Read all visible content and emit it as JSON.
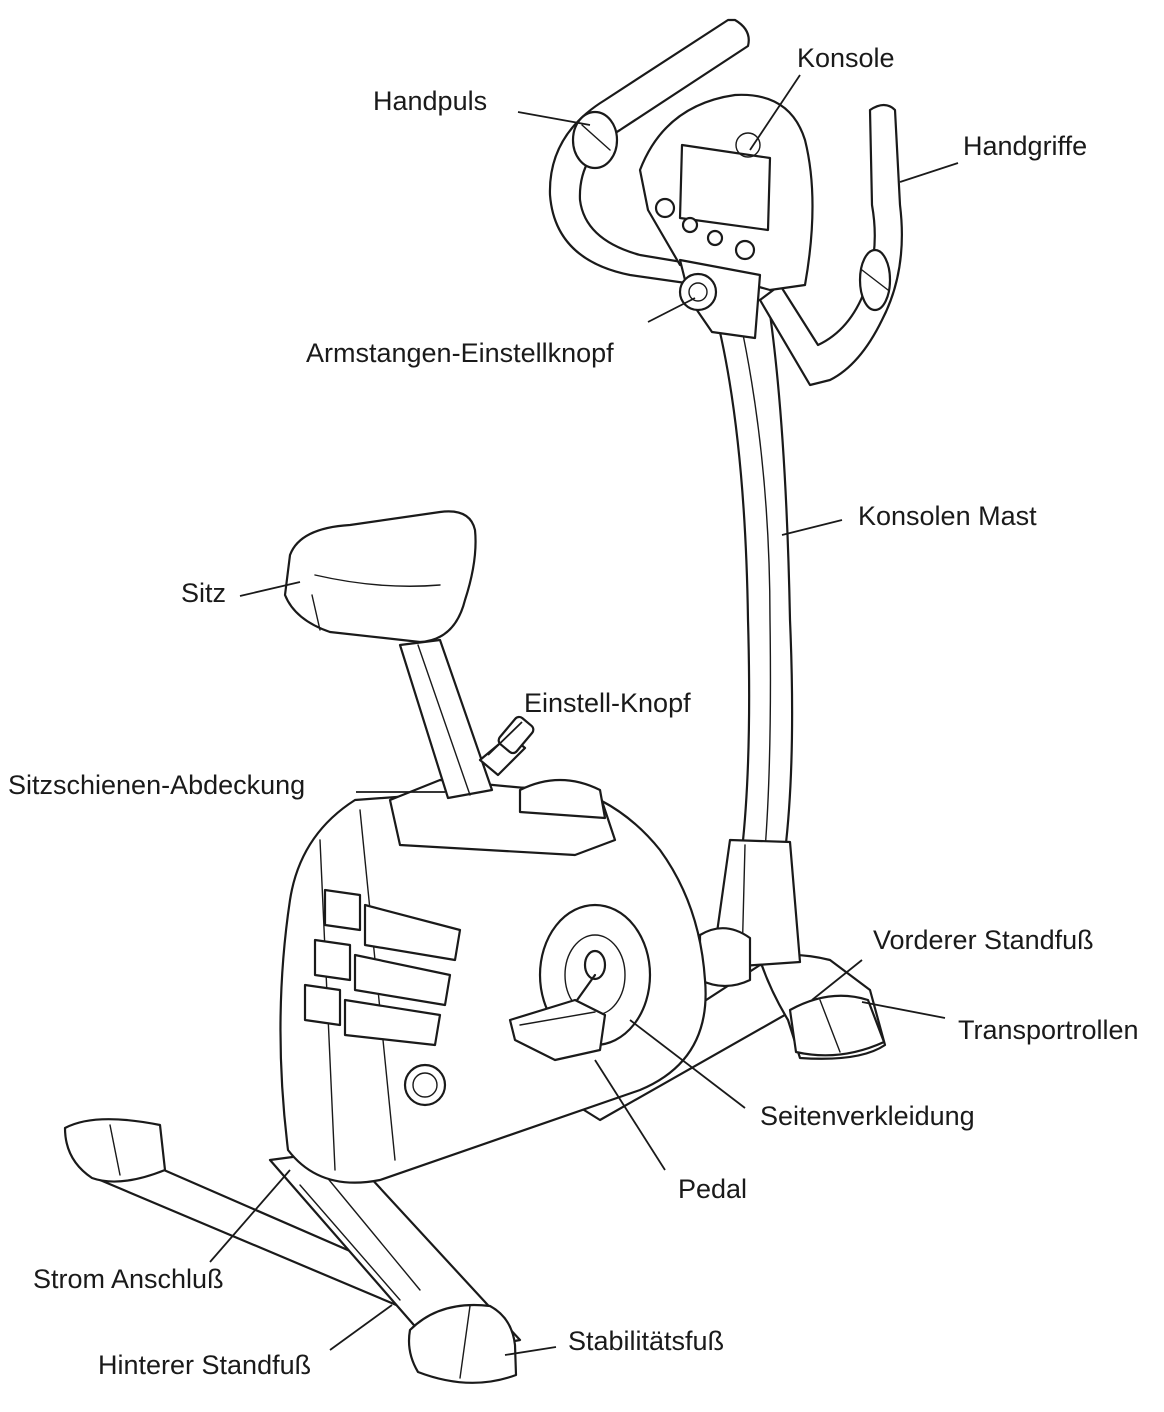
{
  "labels": {
    "handpuls": "Handpuls",
    "konsole": "Konsole",
    "handgriffe": "Handgriffe",
    "armstangen": "Armstangen-Einstellknopf",
    "konsolen_mast": "Konsolen Mast",
    "sitz": "Sitz",
    "einstell_knopf": "Einstell-Knopf",
    "sitzschienen": "Sitzschienen-Abdeckung",
    "vorderer_standfuss": "Vorderer Standfuß",
    "transportrollen": "Transportrollen",
    "seitenverkleidung": "Seitenverkleidung",
    "pedal": "Pedal",
    "strom_anschluss": "Strom Anschluß",
    "stabilitaetsfuss": "Stabilitätsfuß",
    "hinterer_standfuss": "Hinterer Standfuß"
  }
}
